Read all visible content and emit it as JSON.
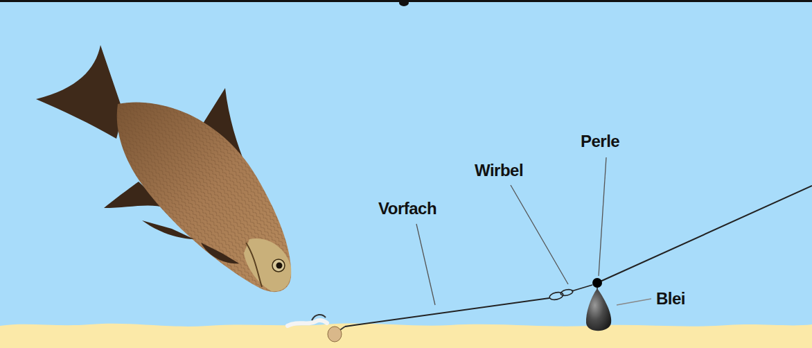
{
  "diagram": {
    "labels": [
      "Vorfach",
      "Wirbel",
      "Perle",
      "Blei"
    ]
  }
}
